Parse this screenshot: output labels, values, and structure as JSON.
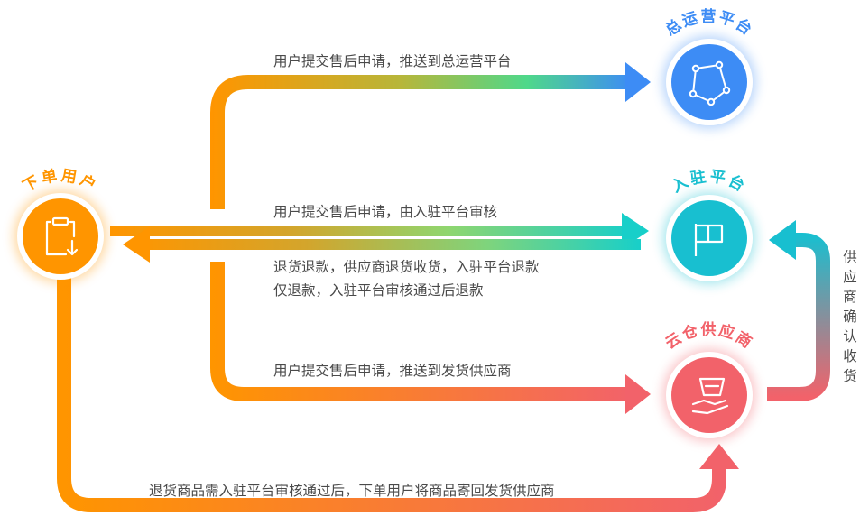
{
  "nodes": {
    "user": {
      "title": "下单用户",
      "icon": "clipboard-return-icon",
      "color": "#ff9500"
    },
    "ops": {
      "title": "总运营平台",
      "icon": "polygon-nodes-icon",
      "color": "#3d8cf5"
    },
    "platform": {
      "title": "入驻平台",
      "icon": "flag-icon",
      "color": "#18bfd0"
    },
    "supplier": {
      "title": "云仓供应商",
      "icon": "hand-box-icon",
      "color": "#f2626a"
    }
  },
  "flows": {
    "to_ops": "用户提交售后申请，推送到总运营平台",
    "to_platform": "用户提交售后申请，由入驻平台审核",
    "refund_line1": "退货退款，供应商退货收货，入驻平台退款",
    "refund_line2": "仅退款，入驻平台审核通过后退款",
    "to_supplier": "用户提交售后申请，推送到发货供应商",
    "return_goods": "退货商品需入驻平台审核通过后，下单用户将商品寄回发货供应商",
    "supplier_confirm": [
      "供",
      "应",
      "商",
      "确",
      "认",
      "收",
      "货"
    ]
  }
}
